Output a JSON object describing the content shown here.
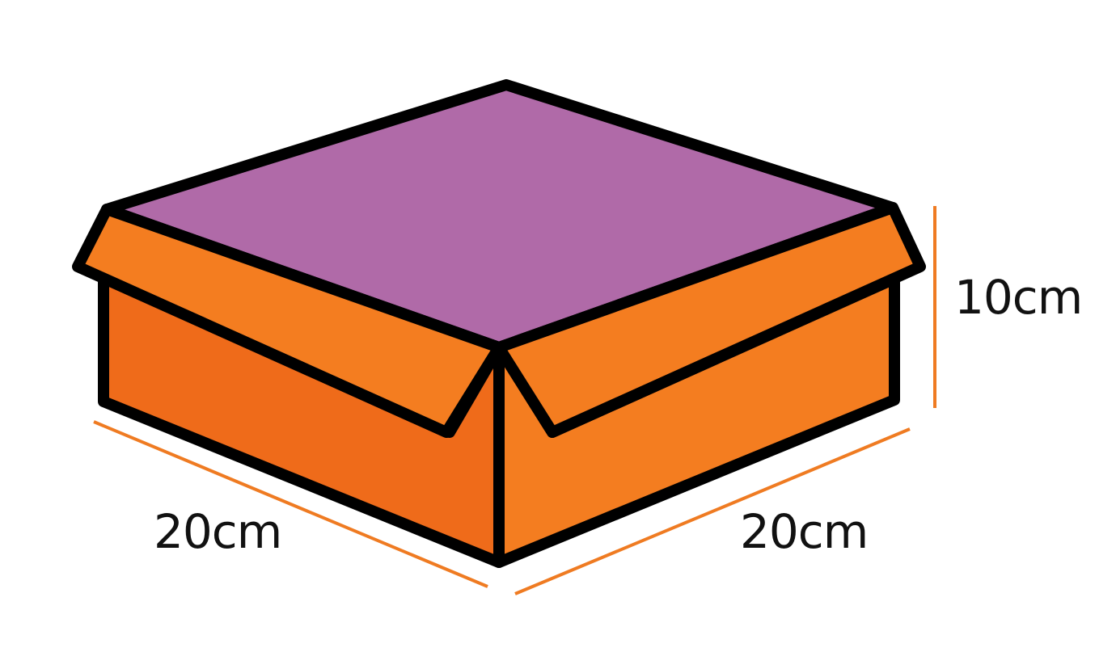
{
  "diagram": {
    "subject": "open lidded box",
    "colors": {
      "lid": "#b06aa8",
      "front_left_face": "#ef6b1a",
      "front_right_face": "#f47d20",
      "flaps": "#f47d20",
      "outline": "#000000",
      "dimension_line": "#ef7b22",
      "label_text": "#111111"
    },
    "dimensions": {
      "height": "10cm",
      "left_length": "20cm",
      "right_length": "20cm"
    }
  }
}
